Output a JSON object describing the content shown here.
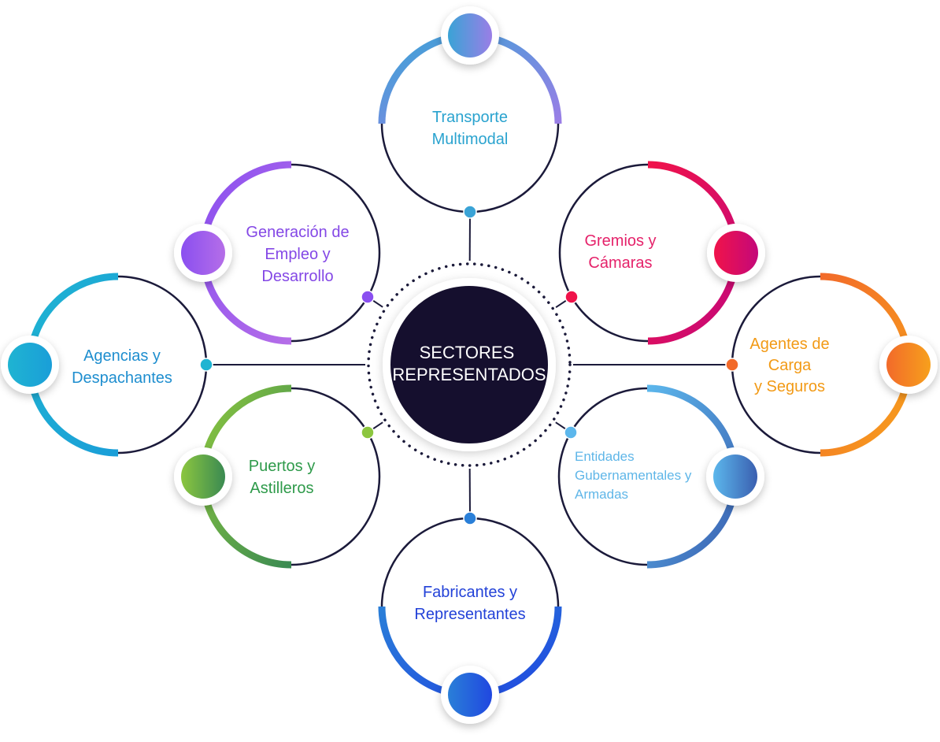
{
  "center": {
    "lines": [
      "SECTORES",
      "REPRESENTADOS"
    ],
    "fill": "#150f2e",
    "text_color": "#ffffff"
  },
  "nodes": [
    {
      "id": "transporte",
      "lines": [
        "Transporte",
        "Multimodal"
      ],
      "color_a": "#3aa3d6",
      "color_b": "#9a7ee6",
      "text_color": "#2aa3cf"
    },
    {
      "id": "gremios",
      "lines": [
        "Gremios y",
        "Cámaras"
      ],
      "color_a": "#f0134a",
      "color_b": "#c4087a",
      "text_color": "#e5226a"
    },
    {
      "id": "agentes",
      "lines": [
        "Agentes de",
        "Carga",
        "y Seguros"
      ],
      "color_a": "#f26a2a",
      "color_b": "#f7a01c",
      "text_color": "#f29a16"
    },
    {
      "id": "entidades",
      "lines": [
        "Entidades",
        "Gubernamentales y",
        "Armadas"
      ],
      "color_a": "#5cb7ec",
      "color_b": "#3a5fb0",
      "text_color": "#5fb6e8"
    },
    {
      "id": "fabricantes",
      "lines": [
        "Fabricantes y",
        "Representantes"
      ],
      "color_a": "#2a7fd8",
      "color_b": "#2047e0",
      "text_color": "#2342d8"
    },
    {
      "id": "puertos",
      "lines": [
        "Puertos y",
        "Astilleros"
      ],
      "color_a": "#8cc63f",
      "color_b": "#3a8a52",
      "text_color": "#2e9a4a"
    },
    {
      "id": "agencias",
      "lines": [
        "Agencias y",
        "Despachantes"
      ],
      "color_a": "#1fb4d2",
      "color_b": "#1a9ed8",
      "text_color": "#1e8ecf"
    },
    {
      "id": "generacion",
      "lines": [
        "Generación de",
        "Empleo y",
        "Desarrollo"
      ],
      "color_a": "#8a4ff0",
      "color_b": "#b56ee8",
      "text_color": "#8448e6"
    }
  ],
  "colors": {
    "ring_dark": "#1b1a3a",
    "connector": "#1b1a3a",
    "dots": "#1b1a3a"
  }
}
